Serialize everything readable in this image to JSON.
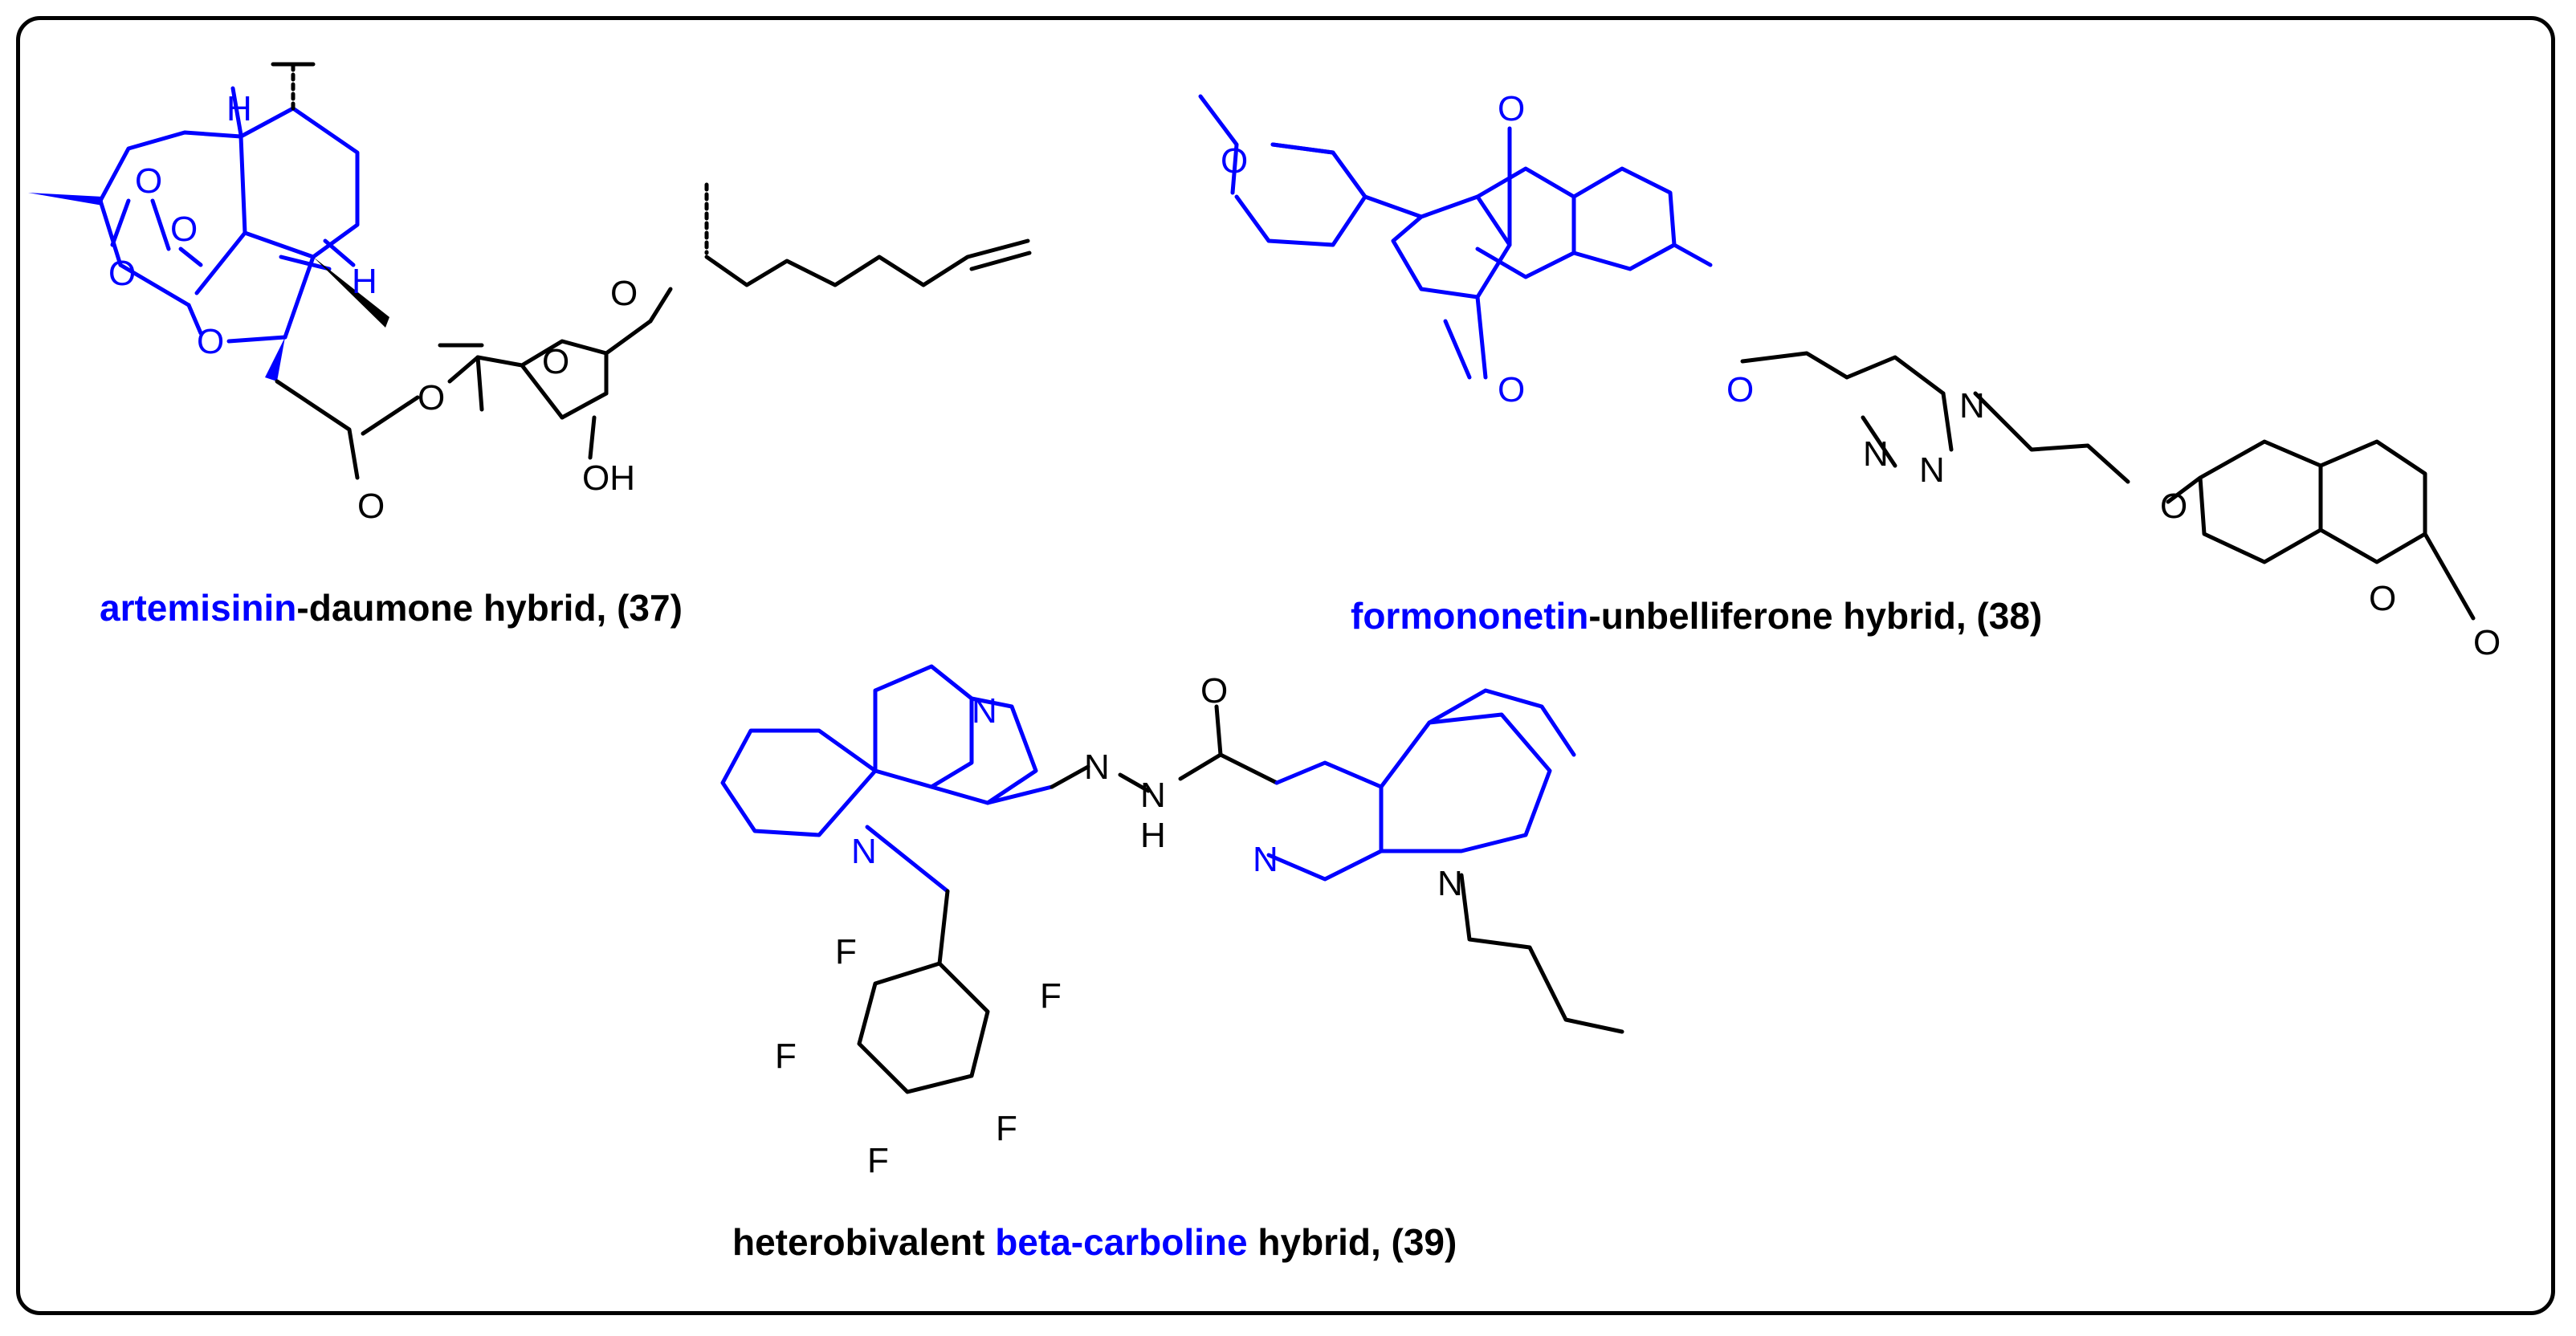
{
  "colors": {
    "border": "#000000",
    "highlight": "#0000ff",
    "text": "#000000"
  },
  "captions": [
    {
      "highlight": "artemisinin",
      "rest": "-daumone hybrid, (37)"
    },
    {
      "highlight": "formononetin",
      "rest": "-unbelliferone hybrid, (38)"
    },
    {
      "prefix": "heterobivalent ",
      "highlight": "beta-carboline",
      "rest": " hybrid, (39)"
    }
  ],
  "atoms": {
    "H": "H",
    "O": "O",
    "OH": "OH",
    "N": "N",
    "F": "F"
  }
}
